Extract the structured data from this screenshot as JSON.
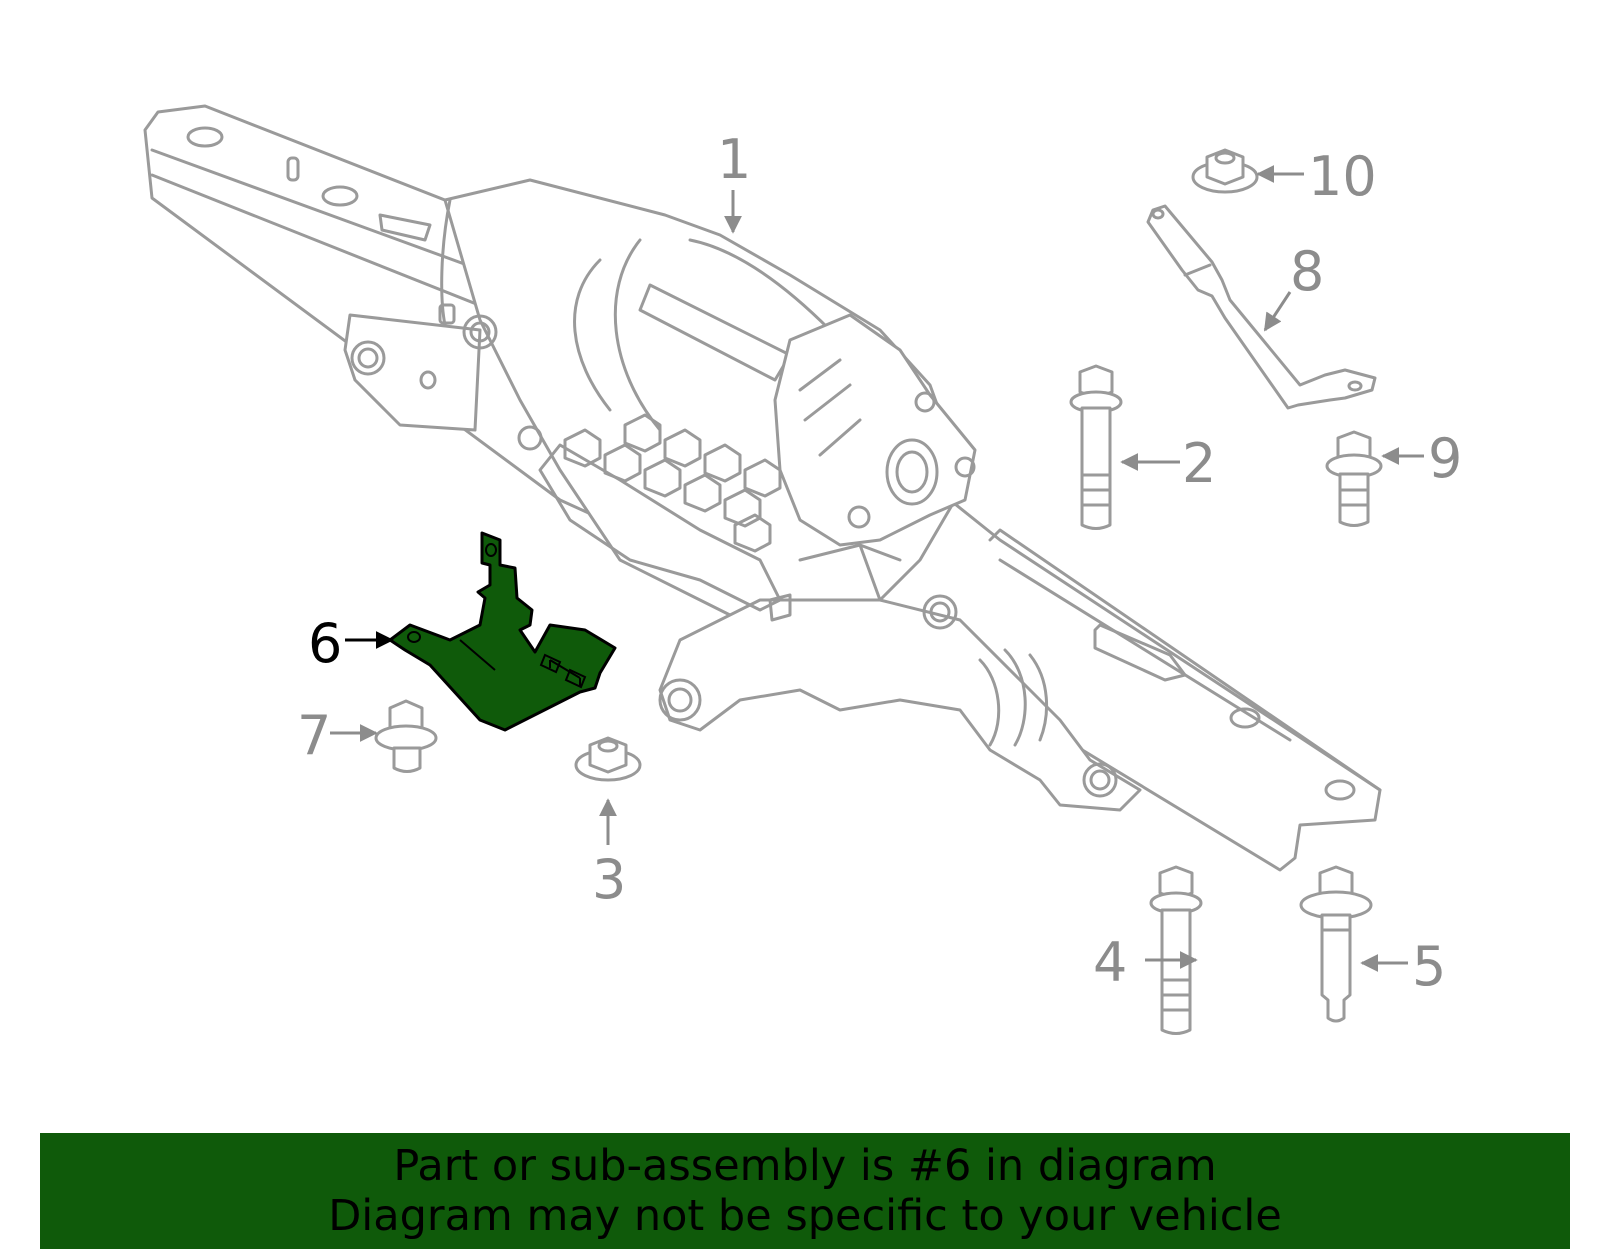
{
  "callouts": {
    "c1": "1",
    "c2": "2",
    "c3": "3",
    "c4": "4",
    "c5": "5",
    "c6": "6",
    "c7": "7",
    "c8": "8",
    "c9": "9",
    "c10": "10"
  },
  "highlighted_part": "6",
  "banner": {
    "line1": "Part or sub-assembly is #6 in diagram",
    "line2": "Diagram may not be specific to your vehicle"
  },
  "colors": {
    "highlight": "#0f5a0a",
    "line_art": "#9a9a9a",
    "callout_text": "#8c8c8c"
  }
}
